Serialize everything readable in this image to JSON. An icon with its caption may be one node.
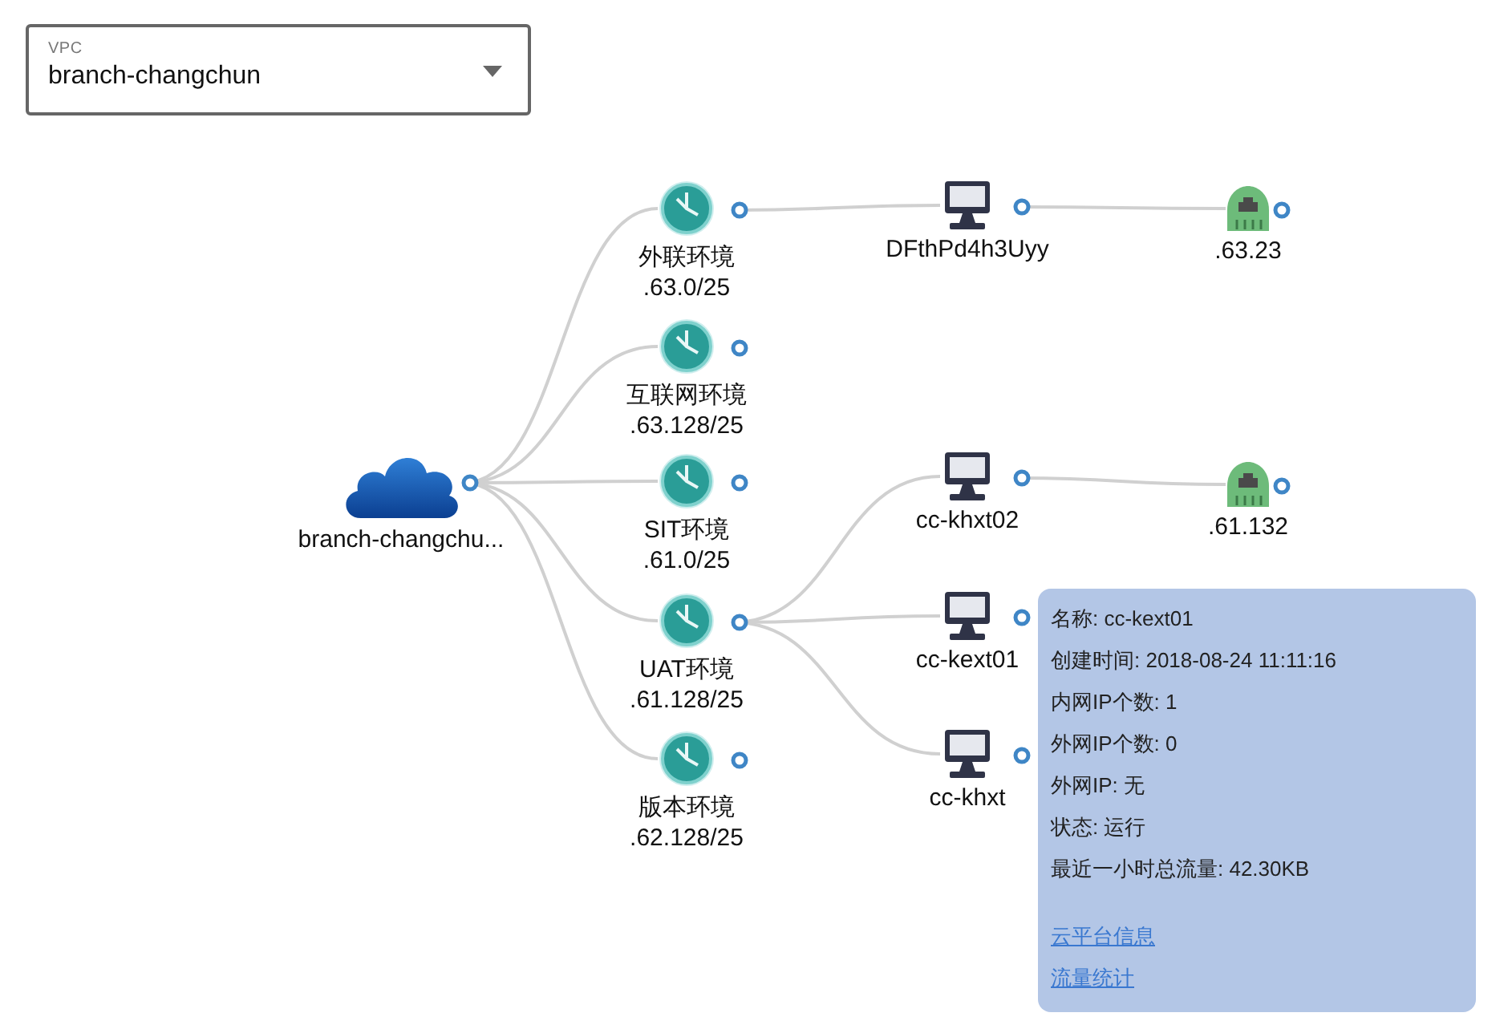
{
  "diagram": {
    "nodes": [
      {
        "text": [
          "branch-changchu..."
        ]
      },
      {
        "text": [
          "外联环境",
          ".63.0/25"
        ]
      },
      {
        "text": [
          "互联网环境",
          ".63.128/25"
        ]
      },
      {
        "text": [
          "SIT环境",
          ".61.0/25"
        ]
      },
      {
        "text": [
          "UAT环境",
          ".61.128/25"
        ]
      },
      {
        "text": [
          "版本环境",
          ".62.128/25"
        ]
      },
      {
        "text": [
          "DFthPd4h3Uyy"
        ]
      },
      {
        "text": [
          "cc-khxt02"
        ]
      },
      {
        "text": [
          "cc-kext01"
        ]
      },
      {
        "text": [
          "cc-khxt"
        ]
      },
      {
        "text": [
          ".63.23"
        ]
      },
      {
        "text": [
          ".61.132"
        ]
      },
      {
        "text": [
          "名称: cc-kext01",
          "创建时间: 2018-08-24 11:11:16",
          "内网IP个数: 1",
          "外网IP个数: 0",
          "外网IP: 无",
          "状态: 运行",
          "最近一小时总流量: 42.30KB",
          "云平台信息",
          "流量统计"
        ]
      }
    ],
    "edges": [
      {
        "from": 0,
        "to": 1,
        "arrow": "none"
      },
      {
        "from": 0,
        "to": 2,
        "arrow": "none"
      },
      {
        "from": 0,
        "to": 3,
        "arrow": "none"
      },
      {
        "from": 0,
        "to": 4,
        "arrow": "none"
      },
      {
        "from": 0,
        "to": 5,
        "arrow": "none"
      },
      {
        "from": 1,
        "to": 6,
        "arrow": "none"
      },
      {
        "from": 4,
        "to": 7,
        "arrow": "none"
      },
      {
        "from": 4,
        "to": 8,
        "arrow": "none"
      },
      {
        "from": 4,
        "to": 9,
        "arrow": "none"
      },
      {
        "from": 6,
        "to": 10,
        "arrow": "none"
      },
      {
        "from": 7,
        "to": 11,
        "arrow": "none"
      }
    ],
    "labels": [
      "VPC",
      "branch-changchun"
    ]
  }
}
